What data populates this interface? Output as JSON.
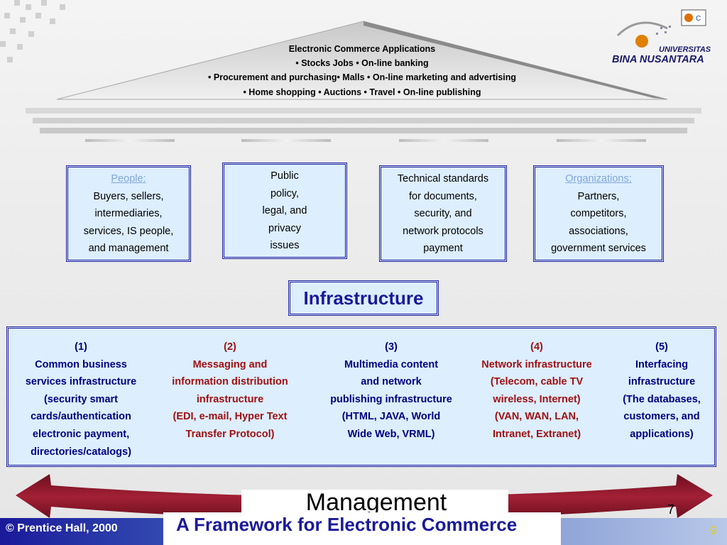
{
  "roof": {
    "title": "Electronic Commerce Applications",
    "line1": "• Stocks Jobs • On-line banking",
    "line2": "• Procurement and purchasing• Malls • On-line marketing and advertising",
    "line3": "• Home shopping • Auctions • Travel • On-line publishing"
  },
  "pillars": [
    {
      "header": "People:",
      "lines": [
        "Buyers, sellers,",
        "intermediaries,",
        "services, IS people,",
        "and management"
      ]
    },
    {
      "header": "",
      "lines": [
        "Public",
        "policy,",
        "legal, and",
        "privacy",
        "issues"
      ]
    },
    {
      "header": "",
      "lines": [
        "Technical standards",
        "for documents,",
        "security, and",
        "network protocols",
        "payment"
      ]
    },
    {
      "header": "Organizations:",
      "lines": [
        "Partners,",
        "competitors,",
        "associations,",
        "government services"
      ]
    }
  ],
  "infrastructure_label": "Infrastructure",
  "infrastructure_columns": [
    {
      "color": "blue",
      "lines": [
        "(1)",
        "Common business",
        "services infrastructure",
        "(security smart",
        "cards/authentication",
        "electronic payment,",
        "directories/catalogs)"
      ]
    },
    {
      "color": "red",
      "lines": [
        "(2)",
        "Messaging and",
        "information distribution",
        "infrastructure",
        "(EDI, e-mail, Hyper Text",
        "Transfer Protocol)"
      ]
    },
    {
      "color": "blue",
      "lines": [
        "(3)",
        "Multimedia content",
        "and network",
        "publishing infrastructure",
        "(HTML, JAVA, World",
        "Wide Web, VRML)"
      ]
    },
    {
      "color": "red",
      "lines": [
        "(4)",
        "Network infrastructure",
        "(Telecom, cable TV",
        "wireless, Internet)",
        "(VAN, WAN, LAN,",
        "Intranet, Extranet)"
      ]
    },
    {
      "color": "blue",
      "lines": [
        "(5)",
        "Interfacing",
        "infrastructure",
        "(The databases,",
        "customers, and",
        "applications)"
      ]
    }
  ],
  "management_label": "Management",
  "page_number": "7",
  "footer": {
    "copyright": "© Prentice Hall, 2000",
    "title": "A Framework for Electronic Commerce",
    "slide_number": "9"
  },
  "logo": {
    "line1": "UNIVERSITAS",
    "line2": "BINA NUSANTARA"
  },
  "colors": {
    "box_fill": "#ddeeff",
    "box_border": "#1a1a9a",
    "accent_red": "#a01010",
    "arrow": "#8b1a2b"
  }
}
